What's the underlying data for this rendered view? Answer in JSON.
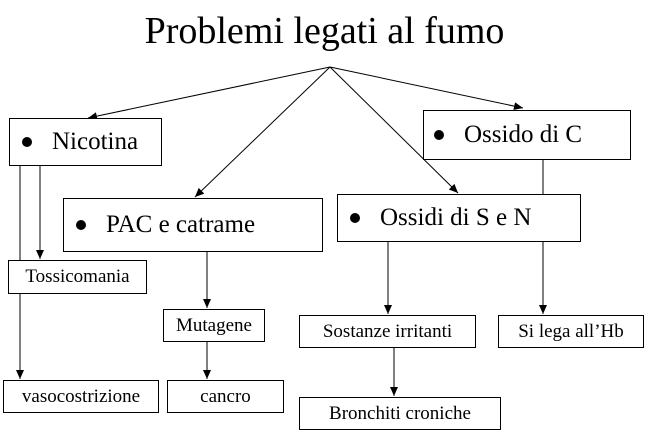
{
  "title": "Problemi legati al fumo",
  "nodes": {
    "nicotina": {
      "label": "Nicotina",
      "bullet": true
    },
    "pac": {
      "label": "PAC e catrame",
      "bullet": true
    },
    "ossidi_sn": {
      "label": "Ossidi di S e N",
      "bullet": true
    },
    "ossido_c": {
      "label": "Ossido di C",
      "bullet": true
    },
    "tossicomania": {
      "label": "Tossicomania"
    },
    "mutagene": {
      "label": "Mutagene"
    },
    "sostanze_irritanti": {
      "label": "Sostanze irritanti"
    },
    "si_lega": {
      "label": "Si lega all’Hb"
    },
    "vasocostrizione": {
      "label": "vasocostrizione"
    },
    "cancro": {
      "label": "cancro"
    },
    "bronchiti": {
      "label": "Bronchiti croniche"
    }
  },
  "edges": [
    [
      "title",
      "nicotina"
    ],
    [
      "title",
      "pac"
    ],
    [
      "title",
      "ossidi_sn"
    ],
    [
      "title",
      "ossido_c"
    ],
    [
      "nicotina",
      "tossicomania"
    ],
    [
      "nicotina",
      "vasocostrizione"
    ],
    [
      "pac",
      "mutagene"
    ],
    [
      "mutagene",
      "cancro"
    ],
    [
      "ossidi_sn",
      "sostanze_irritanti"
    ],
    [
      "sostanze_irritanti",
      "bronchiti"
    ],
    [
      "ossido_c",
      "si_lega"
    ]
  ]
}
